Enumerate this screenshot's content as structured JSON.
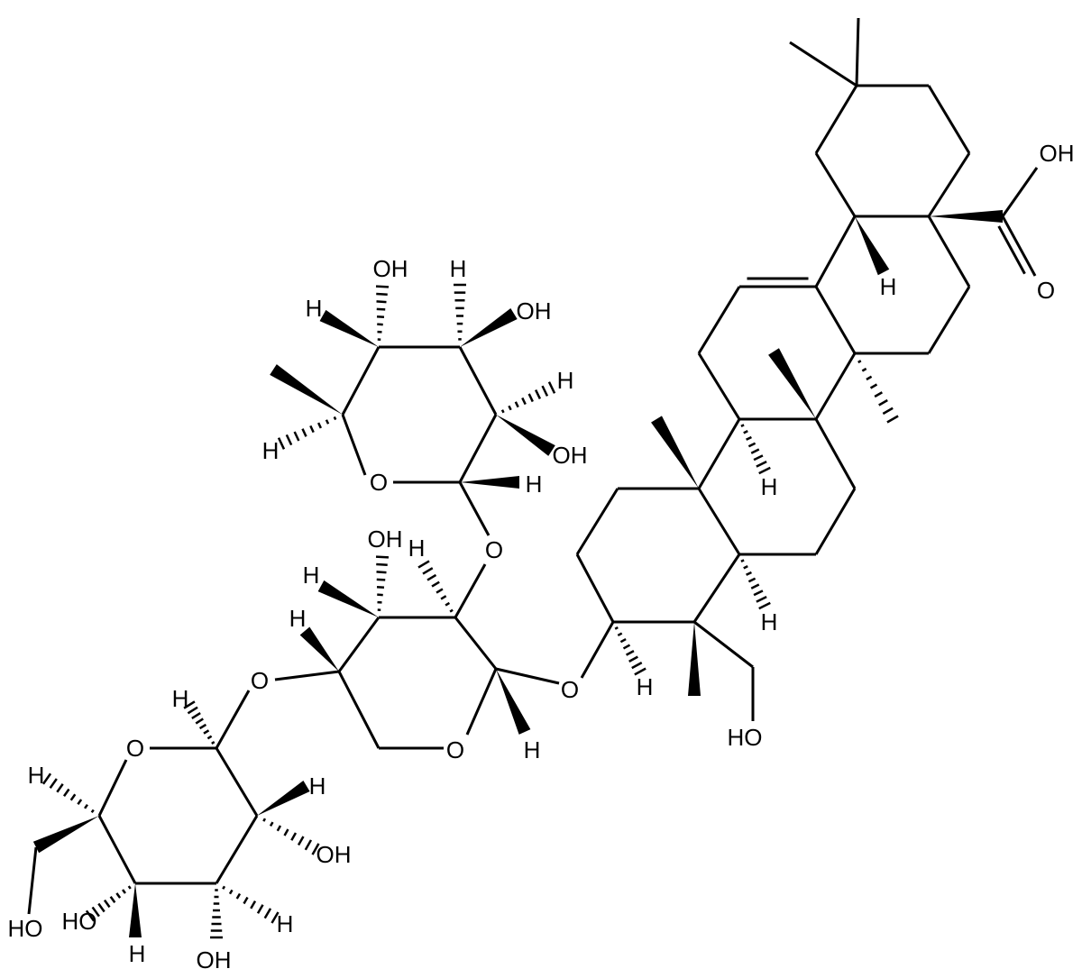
{
  "title": "Glycoside triterpenoid structure",
  "atom_labels": [
    "OH",
    "O",
    "H",
    "H",
    "H",
    "H",
    "HO",
    "O",
    "O",
    "H",
    "O",
    "H",
    "OH",
    "H",
    "H",
    "O",
    "O",
    "H",
    "OH",
    "H",
    "OH",
    "H",
    "OH",
    "H",
    "H",
    "O",
    "H",
    "H",
    "HO",
    "HO",
    "H",
    "OH",
    "H",
    "OH",
    "H"
  ],
  "colors": {
    "bond": "#000000",
    "background": "#ffffff"
  }
}
